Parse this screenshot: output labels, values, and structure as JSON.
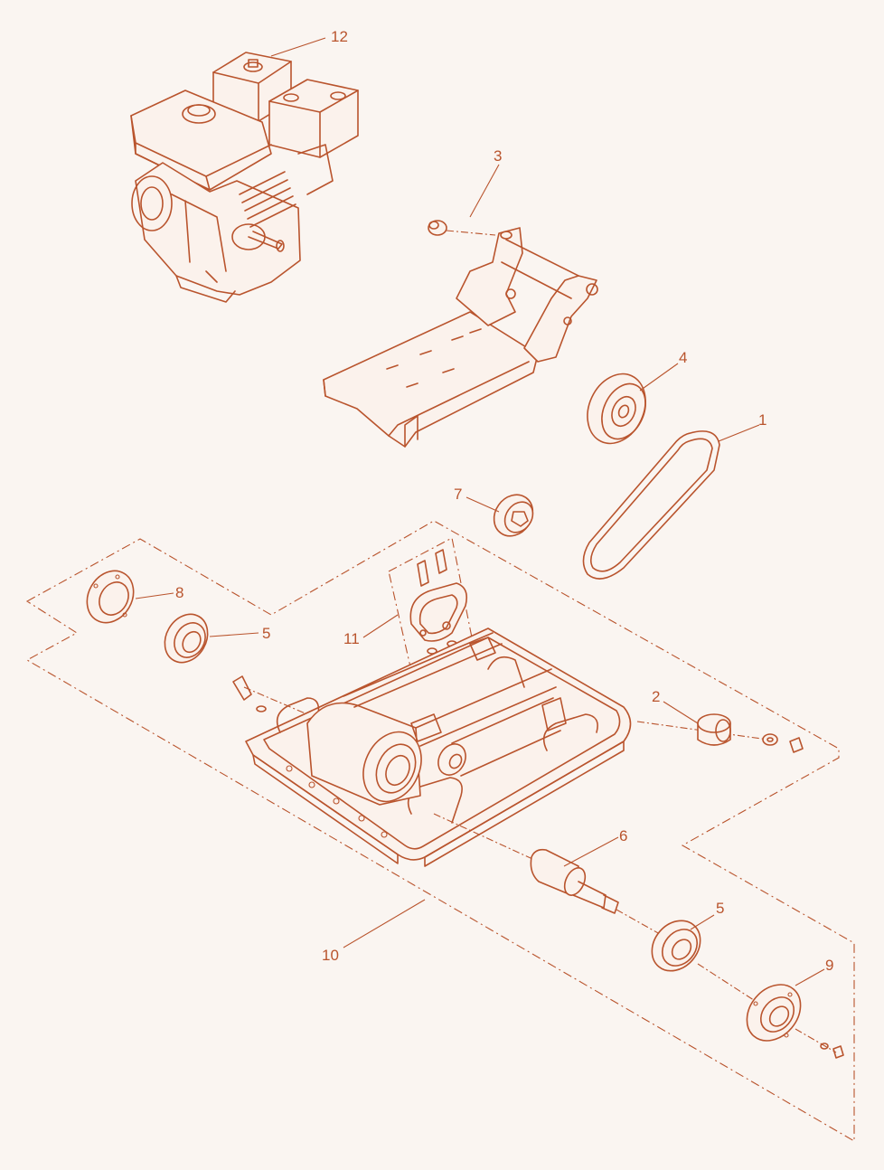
{
  "callouts": [
    {
      "id": "1",
      "label": "1"
    },
    {
      "id": "2",
      "label": "2"
    },
    {
      "id": "3",
      "label": "3"
    },
    {
      "id": "4",
      "label": "4"
    },
    {
      "id": "5a",
      "label": "5"
    },
    {
      "id": "5b",
      "label": "5"
    },
    {
      "id": "6",
      "label": "6"
    },
    {
      "id": "7",
      "label": "7"
    },
    {
      "id": "8",
      "label": "8"
    },
    {
      "id": "9",
      "label": "9"
    },
    {
      "id": "10",
      "label": "10"
    },
    {
      "id": "11",
      "label": "11"
    },
    {
      "id": "12",
      "label": "12"
    }
  ],
  "colors": {
    "line": "#b9542d",
    "background": "#faf5f1"
  }
}
